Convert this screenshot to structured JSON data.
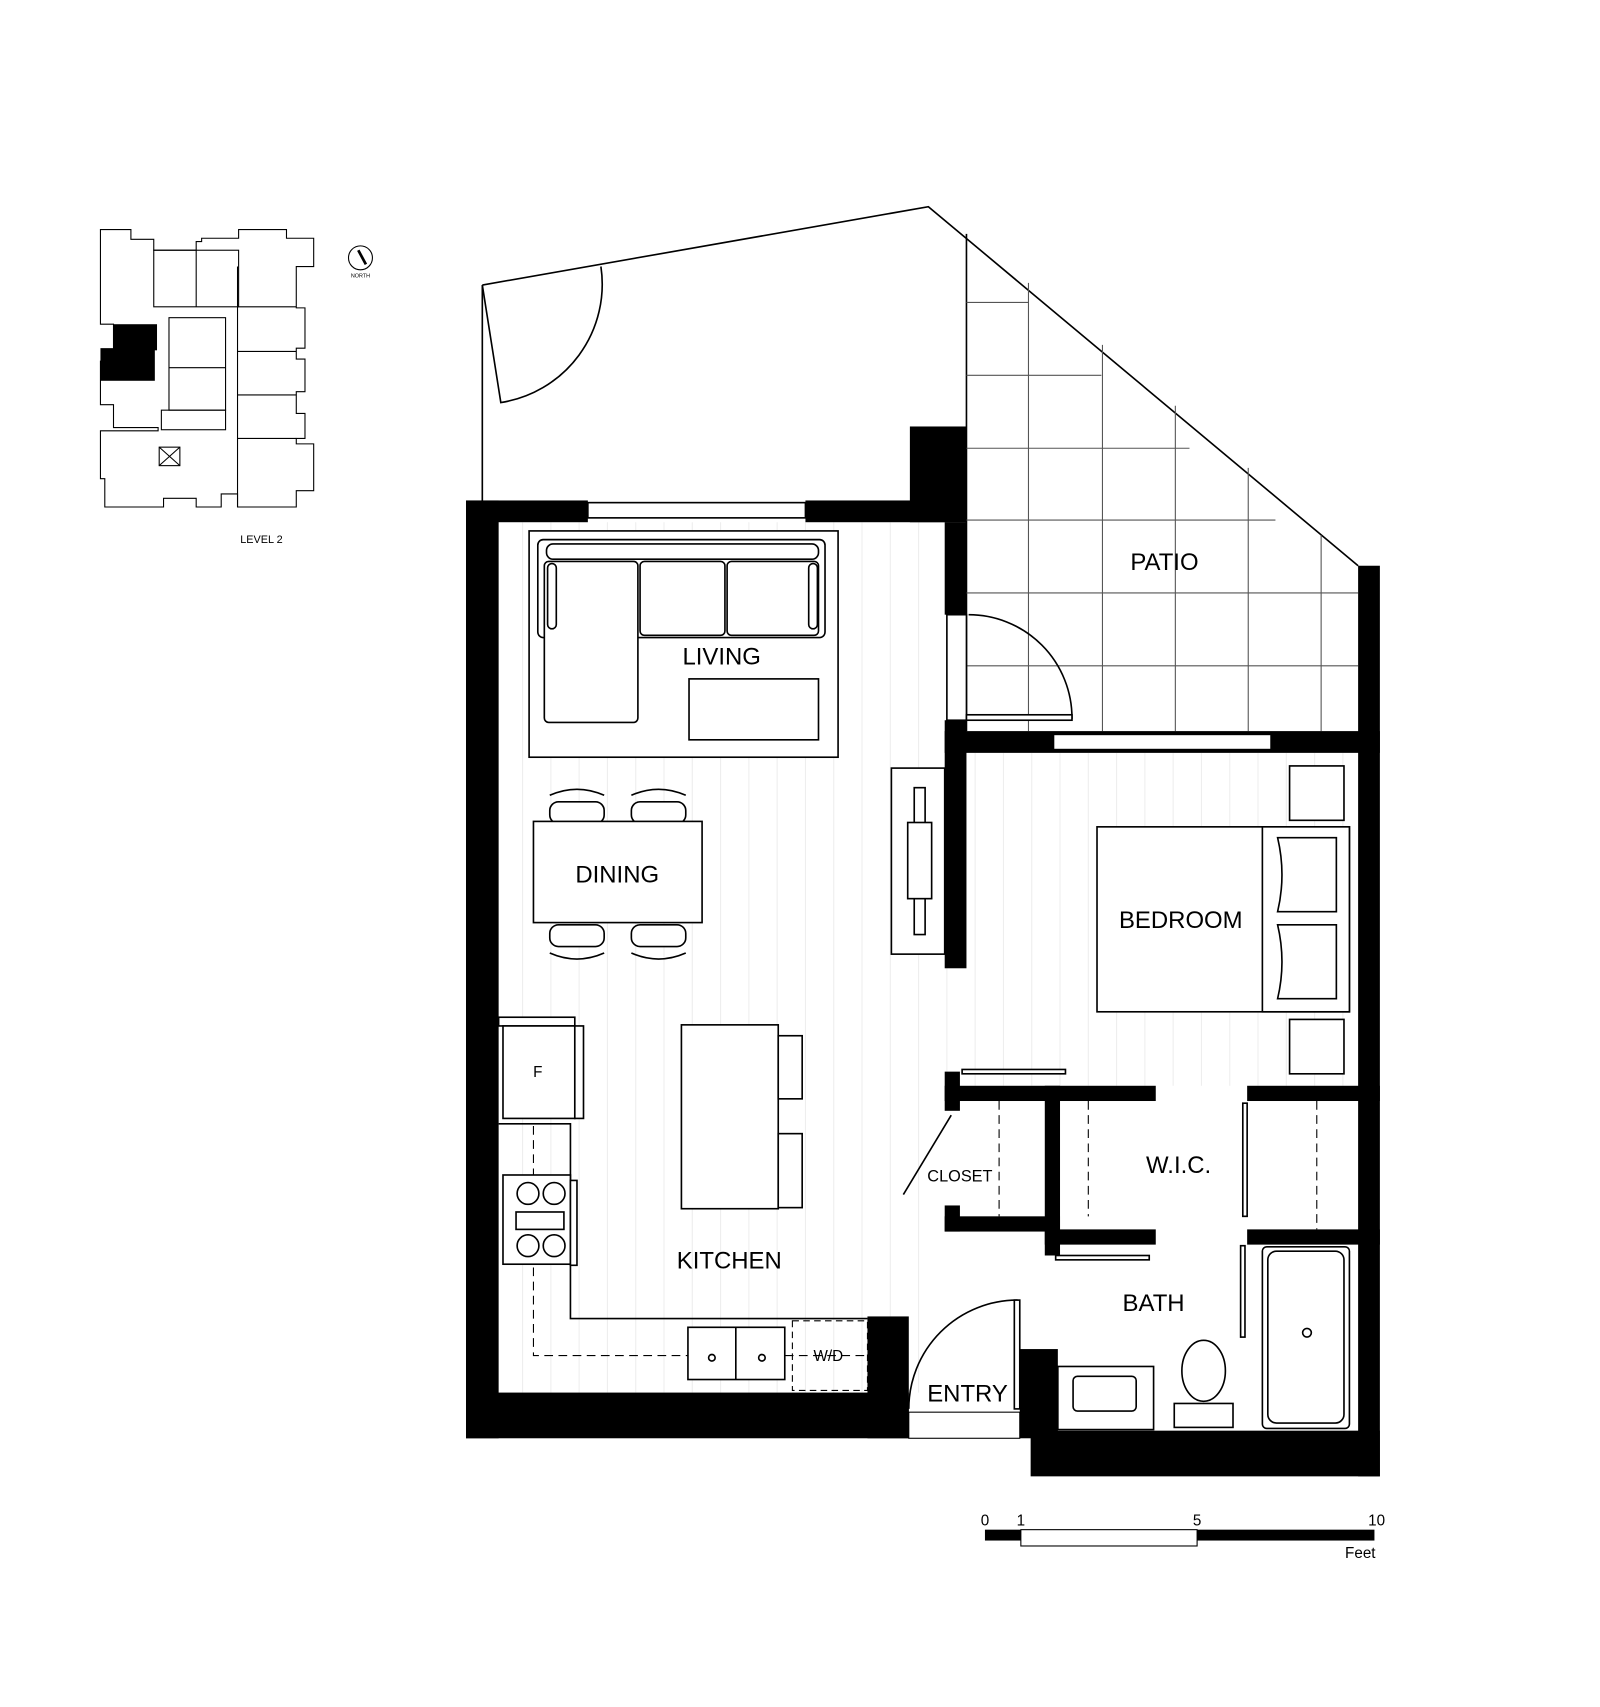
{
  "key_plan": {
    "level_label": "LEVEL 2",
    "north_label": "NORTH"
  },
  "rooms": {
    "patio": "PATIO",
    "living": "LIVING",
    "dining": "DINING",
    "bedroom": "BEDROOM",
    "kitchen": "KITCHEN",
    "closet": "CLOSET",
    "wic": "W.I.C.",
    "bath": "BATH",
    "entry": "ENTRY"
  },
  "appliances": {
    "fridge": "F",
    "washer_dryer": "W/D"
  },
  "scale_bar": {
    "ticks": [
      "0",
      "1",
      "5",
      "10"
    ],
    "unit": "Feet"
  }
}
